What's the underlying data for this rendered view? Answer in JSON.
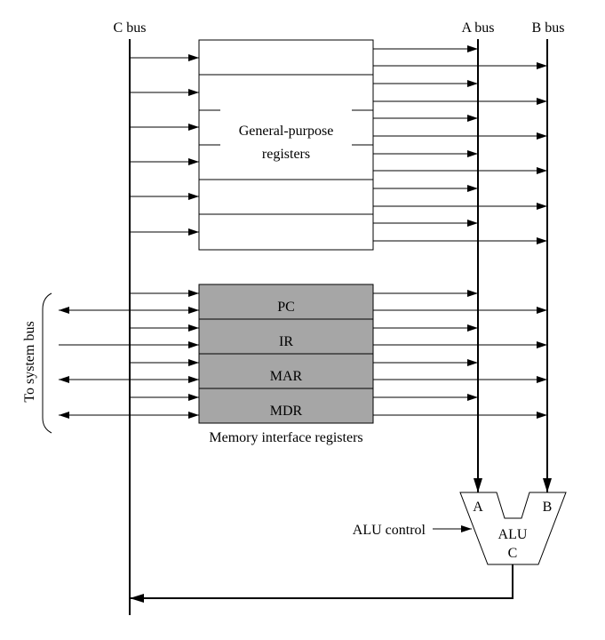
{
  "buses": {
    "c_bus": "C bus",
    "a_bus": "A bus",
    "b_bus": "B bus"
  },
  "general_purpose_registers": {
    "label_line1": "General-purpose",
    "label_line2": "registers"
  },
  "memory_interface": {
    "caption": "Memory interface registers",
    "registers": [
      "PC",
      "IR",
      "MAR",
      "MDR"
    ],
    "fill_color": "#a6a6a6"
  },
  "system_bus": {
    "label": "To system bus"
  },
  "alu": {
    "label": "ALU",
    "input_a": "A",
    "input_b": "B",
    "output_c": "C",
    "control_label": "ALU control"
  }
}
